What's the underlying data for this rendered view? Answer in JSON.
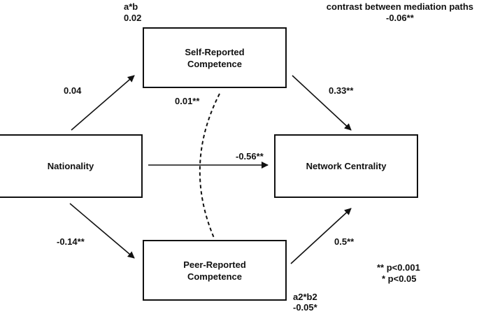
{
  "nodes": {
    "self_reported": "Self-Reported\nCompetence",
    "peer_reported": "Peer-Reported\nCompetence",
    "nationality": "Nationality",
    "network_centrality": "Network Centrality"
  },
  "paths": {
    "nat_to_self": "0.04",
    "self_to_net": "0.33**",
    "nat_to_peer": "-0.14**",
    "peer_to_net": "0.5**",
    "nat_to_net": "-0.56**",
    "covariance": "0.01**"
  },
  "indirect": {
    "self_label": "a*b",
    "self_value": "0.02",
    "peer_label": "a2*b2",
    "peer_value": "-0.05*"
  },
  "contrast": {
    "label": "contrast between mediation paths",
    "value": "-0.06**"
  },
  "legend": {
    "line1": "** p<0.001",
    "line2": "* p<0.05"
  }
}
